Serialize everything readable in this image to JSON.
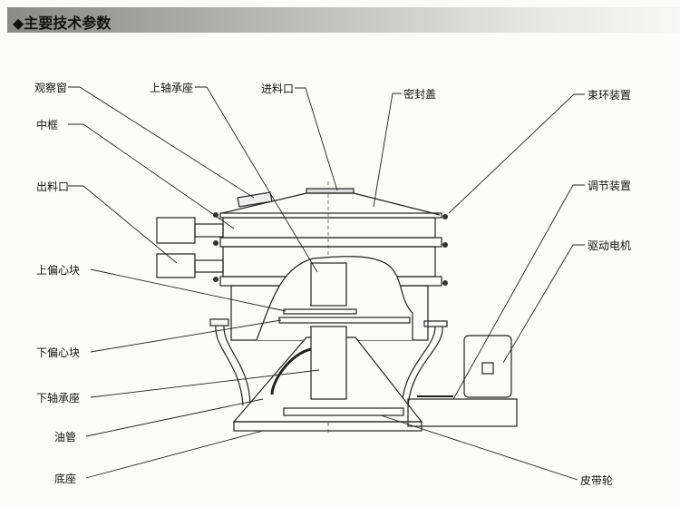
{
  "header": {
    "title": "◆主要技术参数"
  },
  "labels": {
    "observation_window": "观察窗",
    "upper_bearing_seat": "上轴承座",
    "feed_inlet": "进料口",
    "sealing_cover": "密封盖",
    "clamp_ring": "束环装置",
    "middle_frame": "中框",
    "adjusting_device": "调节装置",
    "discharge_outlet": "出料口",
    "drive_motor": "驱动电机",
    "upper_eccentric_block": "上偏心块",
    "lower_eccentric_block": "下偏心块",
    "lower_bearing_seat": "下轴承座",
    "oil_pipe": "油管",
    "base": "底座",
    "pulley": "皮带轮"
  }
}
